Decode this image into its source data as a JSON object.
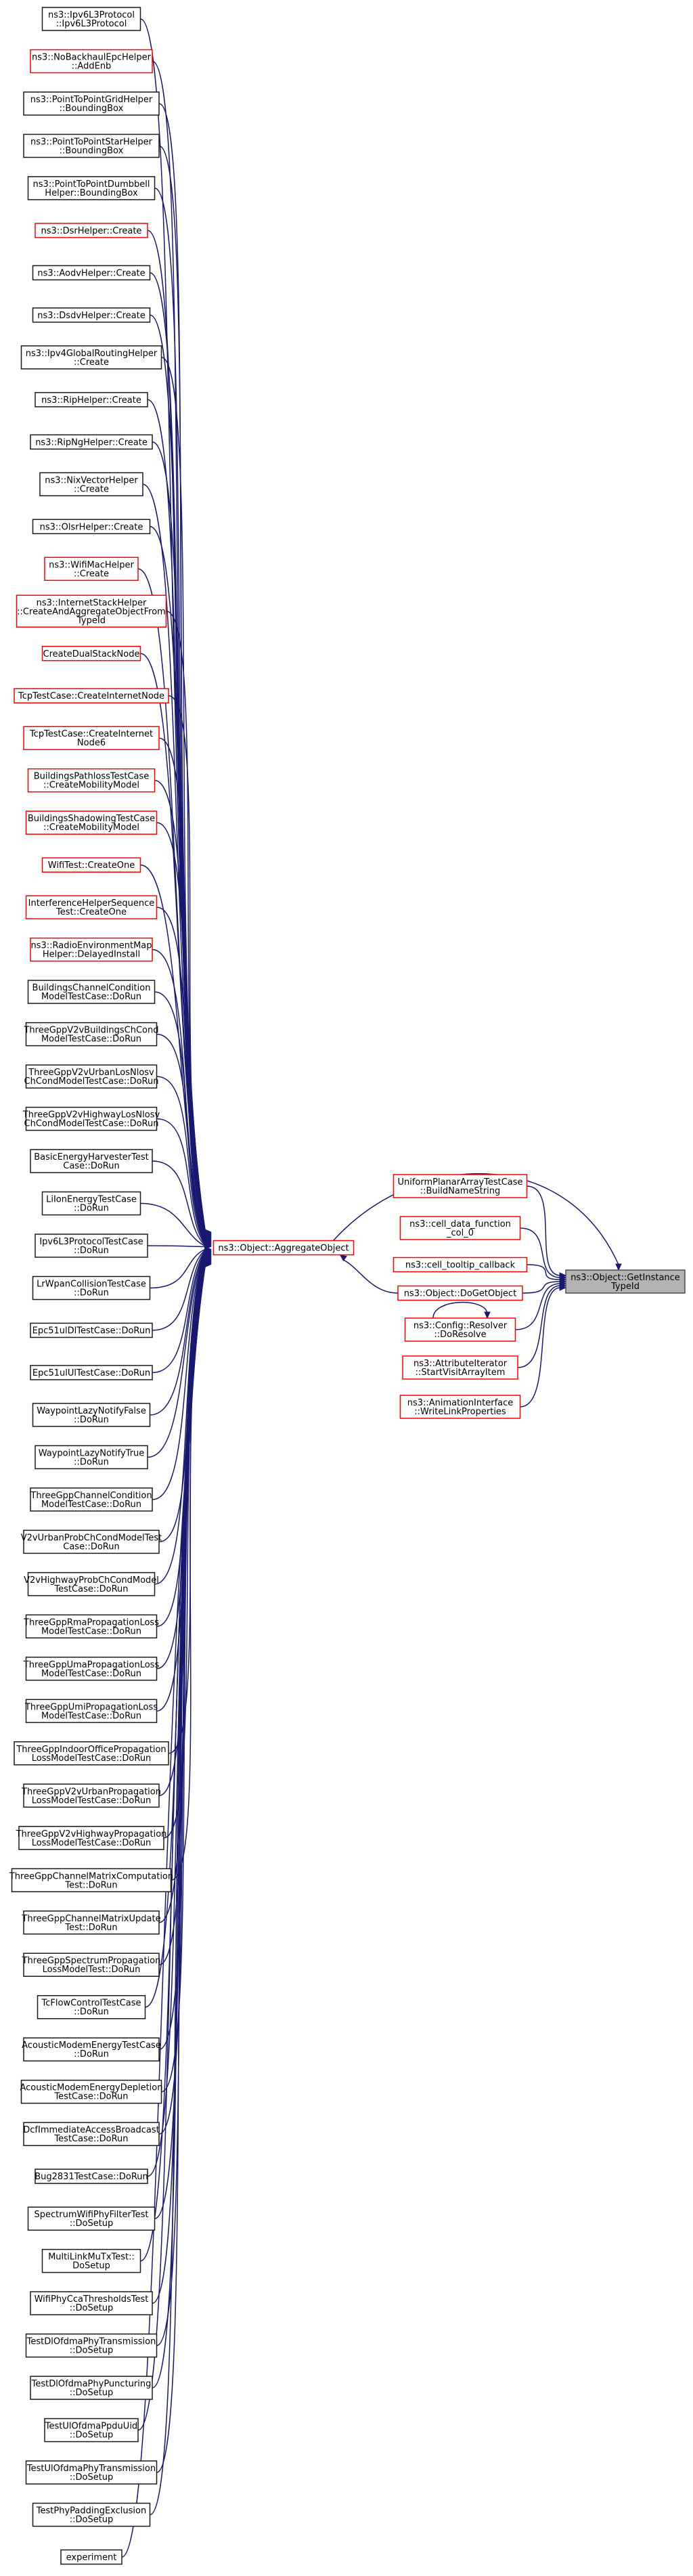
{
  "graph": {
    "target": {
      "lines": [
        "ns3::Object::GetInstance",
        "TypeId"
      ]
    },
    "aggregate": {
      "lines": [
        "ns3::Object::AggregateObject"
      ]
    },
    "direct_callers": [
      {
        "lines": [
          "UniformPlanarArrayTestCase",
          "::BuildNameString"
        ],
        "color": "red"
      },
      {
        "lines": [
          "ns3::cell_data_function",
          "_col_0"
        ],
        "color": "red"
      },
      {
        "lines": [
          "ns3::cell_tooltip_callback"
        ],
        "color": "red"
      },
      {
        "lines": [
          "ns3::Object::DoGetObject"
        ],
        "color": "red"
      },
      {
        "lines": [
          "ns3::Config::Resolver",
          "::DoResolve"
        ],
        "color": "red"
      },
      {
        "lines": [
          "ns3::AttributeIterator",
          "::StartVisitArrayItem"
        ],
        "color": "red"
      },
      {
        "lines": [
          "ns3::AnimationInterface",
          "::WriteLinkProperties"
        ],
        "color": "red"
      }
    ],
    "aggregate_callers": [
      {
        "lines": [
          "ns3::Ipv6L3Protocol",
          "::Ipv6L3Protocol"
        ],
        "color": "black"
      },
      {
        "lines": [
          "ns3::NoBackhaulEpcHelper",
          "::AddEnb"
        ],
        "color": "red"
      },
      {
        "lines": [
          "ns3::PointToPointGridHelper",
          "::BoundingBox"
        ],
        "color": "black"
      },
      {
        "lines": [
          "ns3::PointToPointStarHelper",
          "::BoundingBox"
        ],
        "color": "black"
      },
      {
        "lines": [
          "ns3::PointToPointDumbbell",
          "Helper::BoundingBox"
        ],
        "color": "black"
      },
      {
        "lines": [
          "ns3::DsrHelper::Create"
        ],
        "color": "red"
      },
      {
        "lines": [
          "ns3::AodvHelper::Create"
        ],
        "color": "black"
      },
      {
        "lines": [
          "ns3::DsdvHelper::Create"
        ],
        "color": "black"
      },
      {
        "lines": [
          "ns3::Ipv4GlobalRoutingHelper",
          "::Create"
        ],
        "color": "black"
      },
      {
        "lines": [
          "ns3::RipHelper::Create"
        ],
        "color": "black"
      },
      {
        "lines": [
          "ns3::RipNgHelper::Create"
        ],
        "color": "black"
      },
      {
        "lines": [
          "ns3::NixVectorHelper",
          "::Create"
        ],
        "color": "black"
      },
      {
        "lines": [
          "ns3::OlsrHelper::Create"
        ],
        "color": "black"
      },
      {
        "lines": [
          "ns3::WifiMacHelper",
          "::Create"
        ],
        "color": "red"
      },
      {
        "lines": [
          "ns3::InternetStackHelper",
          "::CreateAndAggregateObjectFrom",
          "TypeId"
        ],
        "color": "red"
      },
      {
        "lines": [
          "CreateDualStackNode"
        ],
        "color": "red"
      },
      {
        "lines": [
          "TcpTestCase::CreateInternetNode"
        ],
        "color": "red"
      },
      {
        "lines": [
          "TcpTestCase::CreateInternet",
          "Node6"
        ],
        "color": "red"
      },
      {
        "lines": [
          "BuildingsPathlossTestCase",
          "::CreateMobilityModel"
        ],
        "color": "red"
      },
      {
        "lines": [
          "BuildingsShadowingTestCase",
          "::CreateMobilityModel"
        ],
        "color": "red"
      },
      {
        "lines": [
          "WifiTest::CreateOne"
        ],
        "color": "red"
      },
      {
        "lines": [
          "InterferenceHelperSequence",
          "Test::CreateOne"
        ],
        "color": "red"
      },
      {
        "lines": [
          "ns3::RadioEnvironmentMap",
          "Helper::DelayedInstall"
        ],
        "color": "red"
      },
      {
        "lines": [
          "BuildingsChannelCondition",
          "ModelTestCase::DoRun"
        ],
        "color": "black"
      },
      {
        "lines": [
          "ThreeGppV2vBuildingsChCond",
          "ModelTestCase::DoRun"
        ],
        "color": "black"
      },
      {
        "lines": [
          "ThreeGppV2vUrbanLosNlosv",
          "ChCondModelTestCase::DoRun"
        ],
        "color": "black"
      },
      {
        "lines": [
          "ThreeGppV2vHighwayLosNlosv",
          "ChCondModelTestCase::DoRun"
        ],
        "color": "black"
      },
      {
        "lines": [
          "BasicEnergyHarvesterTest",
          "Case::DoRun"
        ],
        "color": "black"
      },
      {
        "lines": [
          "LiIonEnergyTestCase",
          "::DoRun"
        ],
        "color": "black"
      },
      {
        "lines": [
          "Ipv6L3ProtocolTestCase",
          "::DoRun"
        ],
        "color": "black"
      },
      {
        "lines": [
          "LrWpanCollisionTestCase",
          "::DoRun"
        ],
        "color": "black"
      },
      {
        "lines": [
          "Epc51ulDlTestCase::DoRun"
        ],
        "color": "black"
      },
      {
        "lines": [
          "Epc51ulUlTestCase::DoRun"
        ],
        "color": "black"
      },
      {
        "lines": [
          "WaypointLazyNotifyFalse",
          "::DoRun"
        ],
        "color": "black"
      },
      {
        "lines": [
          "WaypointLazyNotifyTrue",
          "::DoRun"
        ],
        "color": "black"
      },
      {
        "lines": [
          "ThreeGppChannelCondition",
          "ModelTestCase::DoRun"
        ],
        "color": "black"
      },
      {
        "lines": [
          "V2vUrbanProbChCondModelTest",
          "Case::DoRun"
        ],
        "color": "black"
      },
      {
        "lines": [
          "V2vHighwayProbChCondModel",
          "TestCase::DoRun"
        ],
        "color": "black"
      },
      {
        "lines": [
          "ThreeGppRmaPropagationLoss",
          "ModelTestCase::DoRun"
        ],
        "color": "black"
      },
      {
        "lines": [
          "ThreeGppUmaPropagationLoss",
          "ModelTestCase::DoRun"
        ],
        "color": "black"
      },
      {
        "lines": [
          "ThreeGppUmiPropagationLoss",
          "ModelTestCase::DoRun"
        ],
        "color": "black"
      },
      {
        "lines": [
          "ThreeGppIndoorOfficePropagation",
          "LossModelTestCase::DoRun"
        ],
        "color": "black"
      },
      {
        "lines": [
          "ThreeGppV2vUrbanPropagation",
          "LossModelTestCase::DoRun"
        ],
        "color": "black"
      },
      {
        "lines": [
          "ThreeGppV2vHighwayPropagation",
          "LossModelTestCase::DoRun"
        ],
        "color": "black"
      },
      {
        "lines": [
          "ThreeGppChannelMatrixComputation",
          "Test::DoRun"
        ],
        "color": "black"
      },
      {
        "lines": [
          "ThreeGppChannelMatrixUpdate",
          "Test::DoRun"
        ],
        "color": "black"
      },
      {
        "lines": [
          "ThreeGppSpectrumPropagation",
          "LossModelTest::DoRun"
        ],
        "color": "black"
      },
      {
        "lines": [
          "TcFlowControlTestCase",
          "::DoRun"
        ],
        "color": "black"
      },
      {
        "lines": [
          "AcousticModemEnergyTestCase",
          "::DoRun"
        ],
        "color": "black"
      },
      {
        "lines": [
          "AcousticModemEnergyDepletion",
          "TestCase::DoRun"
        ],
        "color": "black"
      },
      {
        "lines": [
          "DcfImmediateAccessBroadcast",
          "TestCase::DoRun"
        ],
        "color": "black"
      },
      {
        "lines": [
          "Bug2831TestCase::DoRun"
        ],
        "color": "black"
      },
      {
        "lines": [
          "SpectrumWifiPhyFilterTest",
          "::DoSetup"
        ],
        "color": "black"
      },
      {
        "lines": [
          "MultiLinkMuTxTest::",
          "DoSetup"
        ],
        "color": "black"
      },
      {
        "lines": [
          "WifiPhyCcaThresholdsTest",
          "::DoSetup"
        ],
        "color": "black"
      },
      {
        "lines": [
          "TestDlOfdmaPhyTransmission",
          "::DoSetup"
        ],
        "color": "black"
      },
      {
        "lines": [
          "TestDlOfdmaPhyPuncturing",
          "::DoSetup"
        ],
        "color": "black"
      },
      {
        "lines": [
          "TestUlOfdmaPpduUid",
          "::DoSetup"
        ],
        "color": "black"
      },
      {
        "lines": [
          "TestUlOfdmaPhyTransmission",
          "::DoSetup"
        ],
        "color": "black"
      },
      {
        "lines": [
          "TestPhyPaddingExclusion",
          "::DoSetup"
        ],
        "color": "black"
      },
      {
        "lines": [
          "experiment"
        ],
        "color": "black"
      }
    ]
  }
}
